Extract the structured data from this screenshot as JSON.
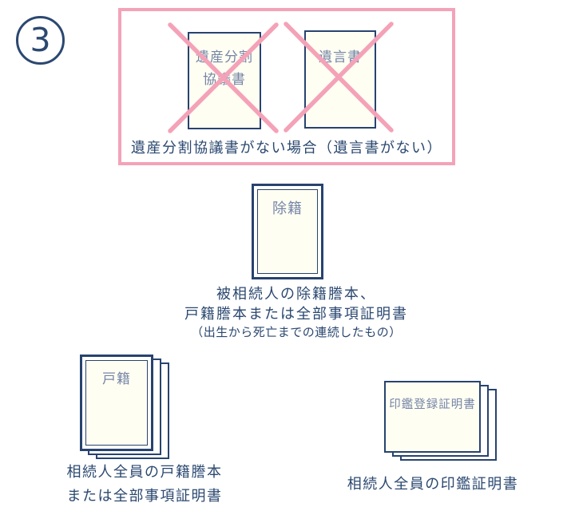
{
  "step_number": "3",
  "colors": {
    "navy_border": "#27436F",
    "text_navy": "#2B4870",
    "doc_label_blue": "#7585A8",
    "pink": "#F4A2B8",
    "cream_paper": "#FFFEF2"
  },
  "crossed_out_group": {
    "caption": "遺産分割協議書がない場合（遺言書がない）",
    "division_agreement_doc": {
      "label_line1": "遺産分割",
      "label_line2": "協議書"
    },
    "will_doc": {
      "label": "遺言書"
    }
  },
  "removed_registry_doc": {
    "label": "除籍",
    "caption_line1": "被相続人の除籍謄本、",
    "caption_line2": "戸籍謄本または全部事項証明書",
    "caption_line3": "（出生から死亡までの連続したもの）"
  },
  "family_registry_stack": {
    "label": "戸籍",
    "caption_line1": "相続人全員の戸籍謄本",
    "caption_line2": "または全部事項証明書"
  },
  "seal_certificate_stack": {
    "label": "印鑑登録証明書",
    "caption": "相続人全員の印鑑証明書"
  }
}
